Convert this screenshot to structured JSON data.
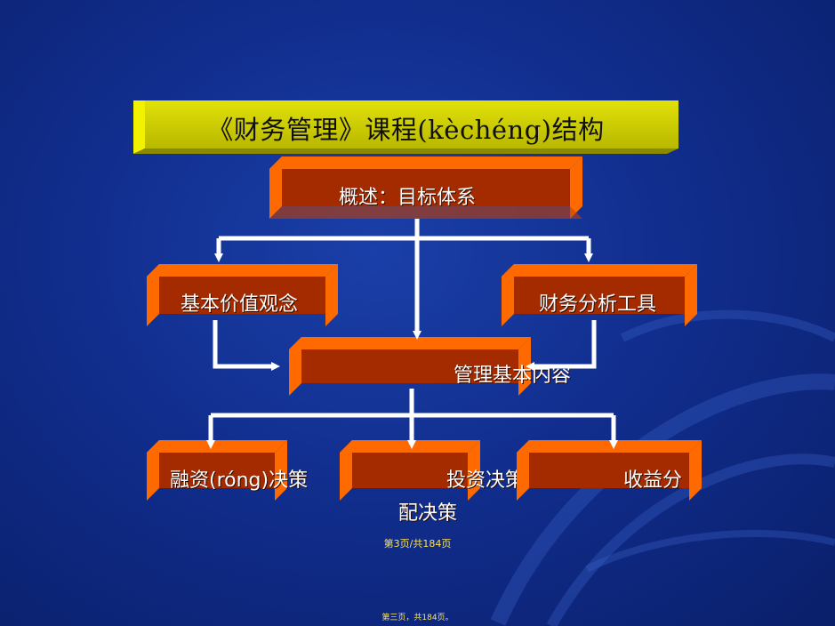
{
  "title": "《财务管理》课程(kèchéng)结构",
  "nodes": {
    "overview": "概述：目标体系",
    "basic_value": "基本价值观念",
    "financial_tools": "财务分析工具",
    "core_content": "管理基本内容",
    "financing": "融资(róng)决策",
    "investment": "投资决策",
    "profit_distribution_a": "收益分",
    "profit_distribution_b": "配决策"
  },
  "footer": {
    "page_indicator": "第3页/共184页",
    "page_indicator_small": "第三页，共184页。"
  },
  "colors": {
    "background": "#112e8e",
    "banner": "#d4d400",
    "box_face": "#a42a00",
    "box_side": "#ff6a00",
    "arrow": "#ffffff",
    "footer_text": "#ffe34d"
  }
}
